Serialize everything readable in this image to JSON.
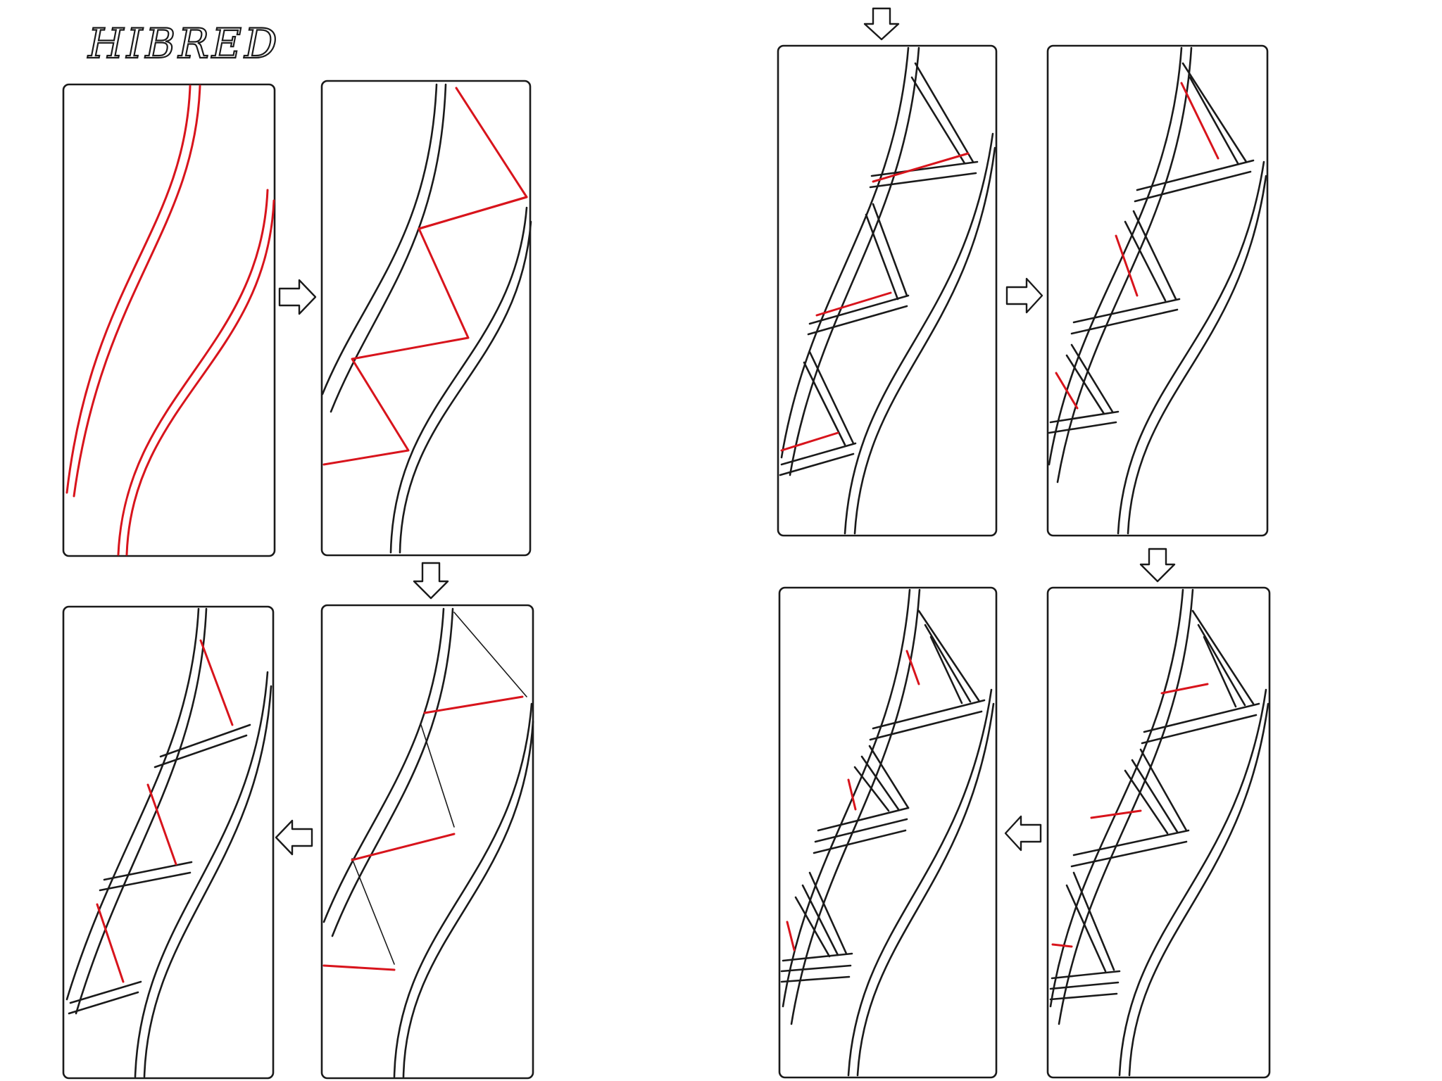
{
  "title": "HIBRED",
  "colors": {
    "ink": "#1a1a1a",
    "highlight": "#d8141c",
    "paper": "#ffffff"
  },
  "steps": [
    {
      "id": 1,
      "arrow_after": "right"
    },
    {
      "id": 2,
      "arrow_after": "down"
    },
    {
      "id": 3,
      "arrow_after": "left"
    },
    {
      "id": 4,
      "arrow_after": "none"
    },
    {
      "id": 5,
      "arrow_after": "right"
    },
    {
      "id": 6,
      "arrow_after": "down"
    },
    {
      "id": 7,
      "arrow_after": "left"
    },
    {
      "id": 8,
      "arrow_after": "none"
    }
  ],
  "icons": {
    "arrow_right": "arrow-right-icon",
    "arrow_down": "arrow-down-icon",
    "arrow_left": "arrow-left-icon"
  }
}
